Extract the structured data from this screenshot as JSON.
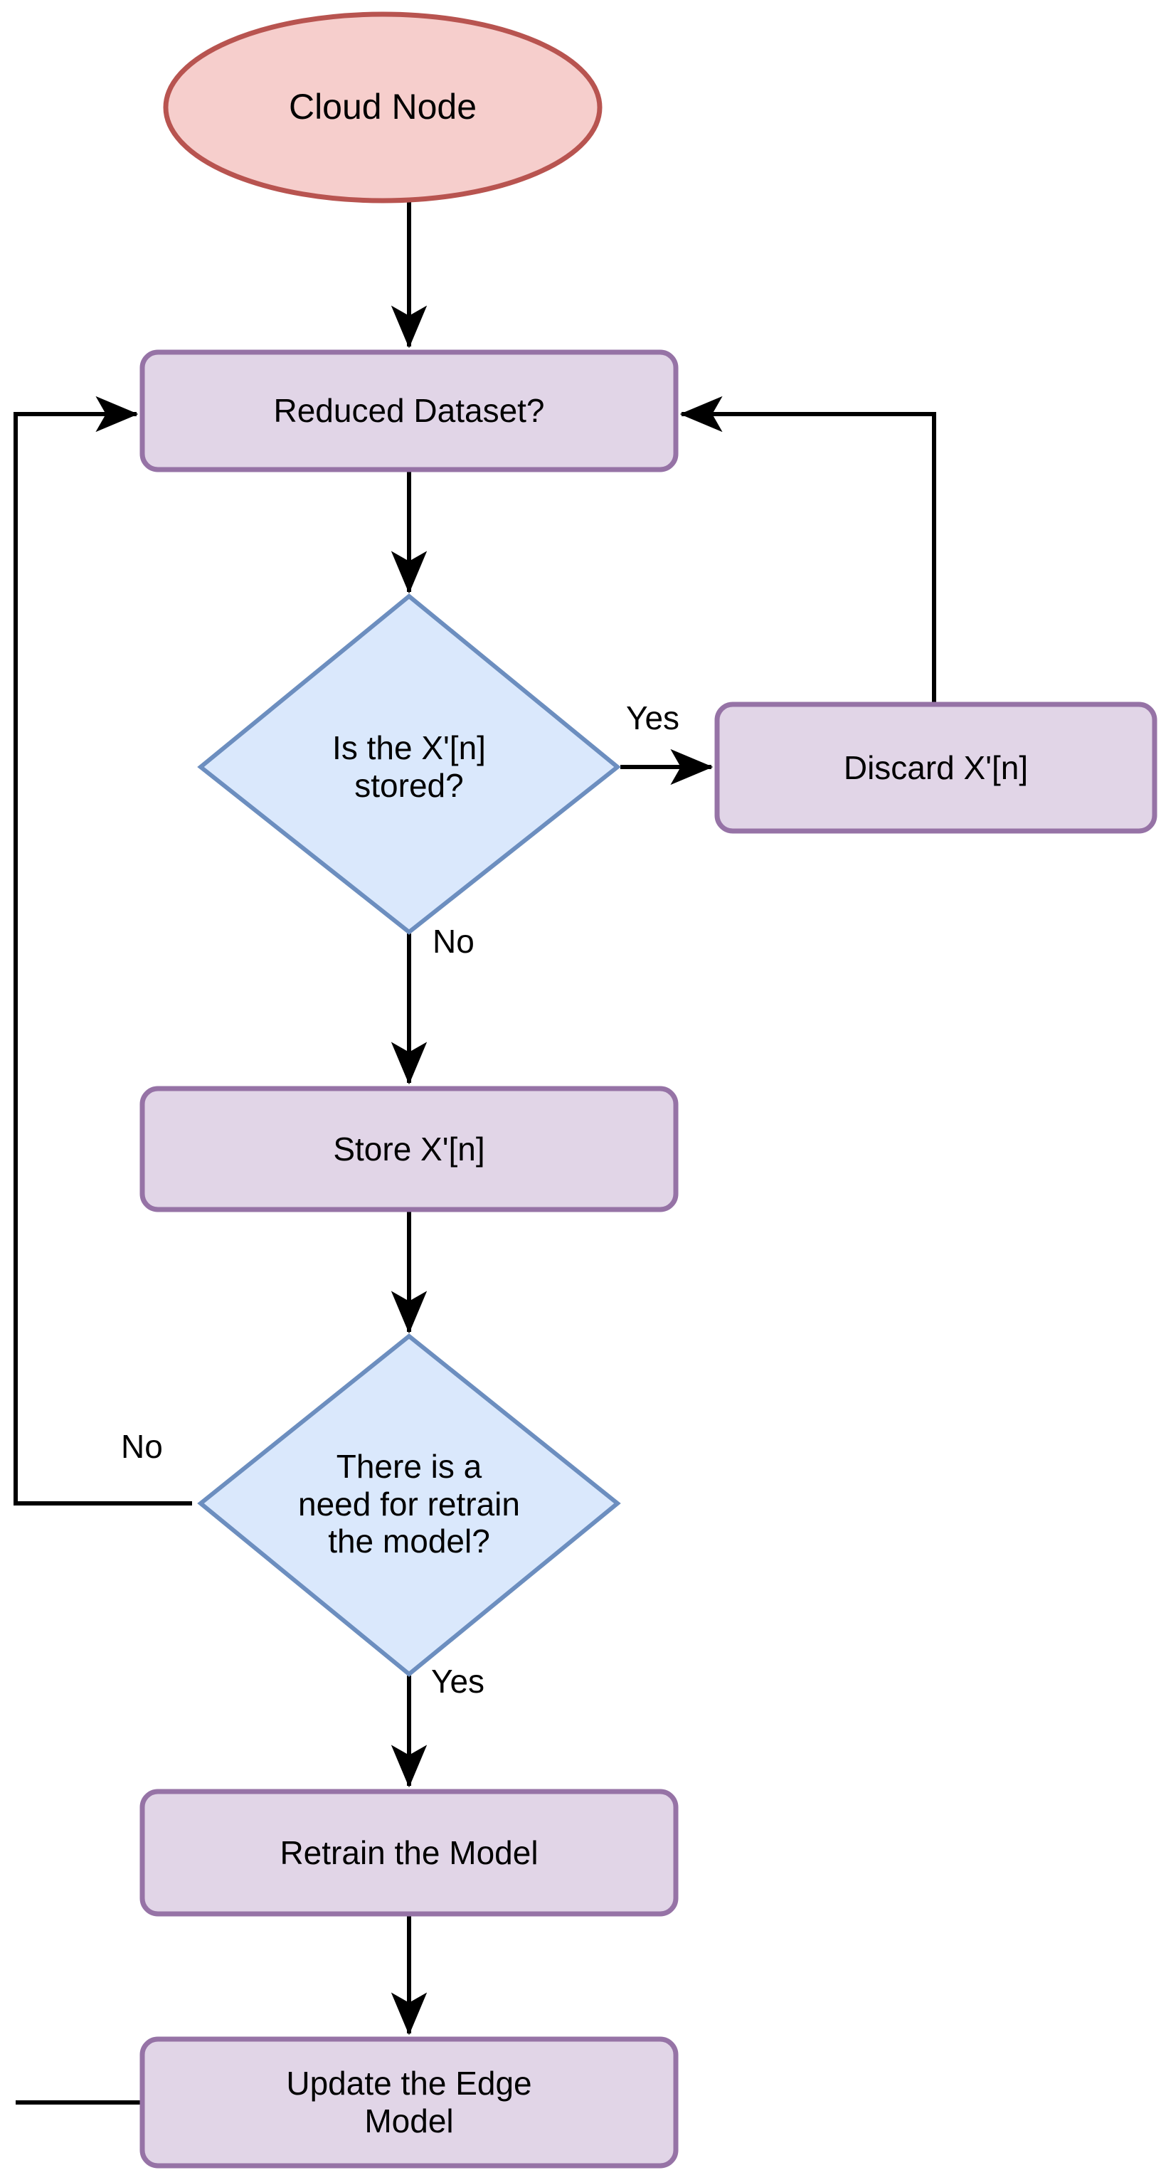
{
  "diagram": {
    "type": "flowchart",
    "title": "Cloud Node processing and retraining flow",
    "colors": {
      "terminator_fill": "#f6cecc",
      "terminator_stroke": "#b85450",
      "process_fill": "#e1d5e7",
      "process_stroke": "#9673a6",
      "decision_fill": "#dae8fc",
      "decision_stroke": "#6c8ebf",
      "connector": "#000000",
      "text": "#000000",
      "background": "#ffffff"
    },
    "nodes": [
      {
        "id": "cloud_node",
        "shape": "ellipse",
        "label": "Cloud Node"
      },
      {
        "id": "reduced",
        "shape": "process",
        "label": "Reduced Dataset?"
      },
      {
        "id": "is_stored",
        "shape": "decision",
        "label": "Is the X'[n]\nstored?"
      },
      {
        "id": "discard",
        "shape": "process",
        "label": "Discard X'[n]"
      },
      {
        "id": "store",
        "shape": "process",
        "label": "Store X'[n]"
      },
      {
        "id": "need_retrain",
        "shape": "decision",
        "label": "There is a\nneed for retrain\nthe model?"
      },
      {
        "id": "retrain",
        "shape": "process",
        "label": "Retrain the Model"
      },
      {
        "id": "update_edge",
        "shape": "process",
        "label": "Update the Edge\nModel"
      }
    ],
    "edges": [
      {
        "id": "e1",
        "from": "cloud_node",
        "to": "reduced",
        "label": ""
      },
      {
        "id": "e2",
        "from": "reduced",
        "to": "is_stored",
        "label": ""
      },
      {
        "id": "e3",
        "from": "is_stored",
        "to": "discard",
        "label": "Yes"
      },
      {
        "id": "e4",
        "from": "discard",
        "to": "reduced",
        "label": ""
      },
      {
        "id": "e5",
        "from": "is_stored",
        "to": "store",
        "label": "No"
      },
      {
        "id": "e6",
        "from": "store",
        "to": "need_retrain",
        "label": ""
      },
      {
        "id": "e7",
        "from": "need_retrain",
        "to": "reduced",
        "label": "No"
      },
      {
        "id": "e8",
        "from": "need_retrain",
        "to": "retrain",
        "label": "Yes"
      },
      {
        "id": "e9",
        "from": "retrain",
        "to": "update_edge",
        "label": ""
      },
      {
        "id": "e10",
        "from": "update_edge",
        "to": "reduced",
        "label": ""
      }
    ],
    "edge_labels": {
      "stored_yes": "Yes",
      "stored_no": "No",
      "retrain_no": "No",
      "retrain_yes": "Yes"
    }
  }
}
